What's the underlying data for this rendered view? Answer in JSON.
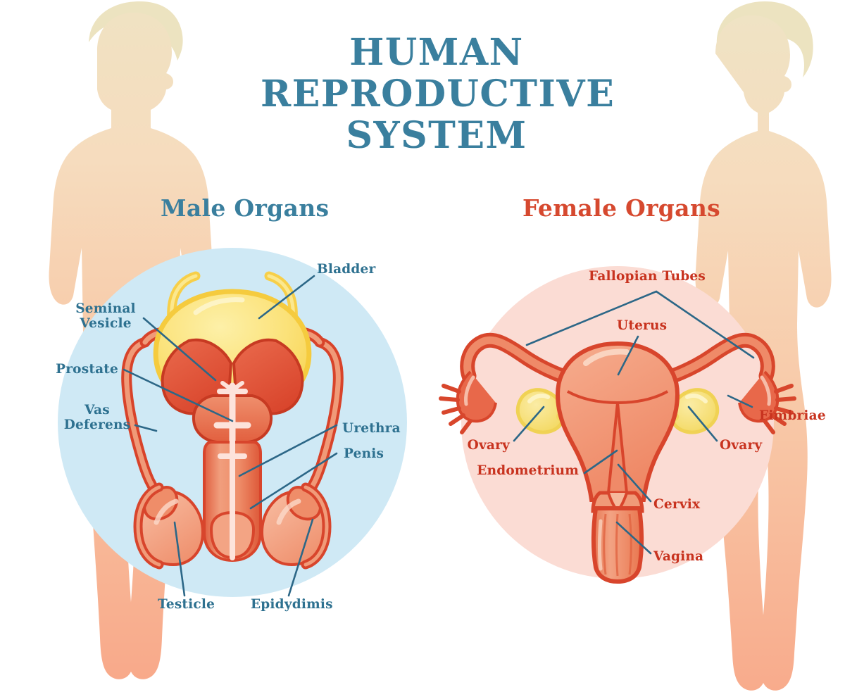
{
  "title": {
    "line1": "HUMAN",
    "line2": "REPRODUCTIVE",
    "line3": "SYSTEM",
    "color": "#3a7f9e"
  },
  "sections": {
    "male": {
      "heading": "Male Organs",
      "color": "#3a7f9e",
      "circle_color": "#cfe9f5"
    },
    "female": {
      "heading": "Female Organs",
      "color": "#d6492f",
      "circle_color": "#fbdcd4"
    }
  },
  "palette": {
    "body_skin_top": "#f2dfbe",
    "body_skin_mid": "#f7d9bb",
    "body_skin_bottom": "#f7a888",
    "hair": "#ece3c0",
    "label_blue": "#2e7190",
    "label_red": "#c8331f",
    "leader_line": "#2c6787",
    "bladder_yellow": "#f9dd63",
    "organ_red": "#e05a3c",
    "organ_red_dark": "#d03a24",
    "organ_salmon": "#f09170",
    "ovary_yellow": "#f7e07a"
  },
  "male_labels": [
    {
      "id": "bladder",
      "text": "Bladder"
    },
    {
      "id": "seminal-vesicle",
      "text": "Seminal\nVesicle",
      "line1": "Seminal",
      "line2": "Vesicle"
    },
    {
      "id": "prostate",
      "text": "Prostate"
    },
    {
      "id": "vas-deferens",
      "text": "Vas\nDeferens",
      "line1": "Vas",
      "line2": "Deferens"
    },
    {
      "id": "urethra",
      "text": "Urethra"
    },
    {
      "id": "penis",
      "text": "Penis"
    },
    {
      "id": "testicle",
      "text": "Testicle"
    },
    {
      "id": "epidydimis",
      "text": "Epidydimis"
    }
  ],
  "female_labels": [
    {
      "id": "fallopian-tubes",
      "text": "Fallopian Tubes"
    },
    {
      "id": "uterus",
      "text": "Uterus"
    },
    {
      "id": "fimbriae",
      "text": "Fimbriae"
    },
    {
      "id": "ovary-left",
      "text": "Ovary"
    },
    {
      "id": "ovary-right",
      "text": "Ovary"
    },
    {
      "id": "endometrium",
      "text": "Endometrium"
    },
    {
      "id": "cervix",
      "text": "Cervix"
    },
    {
      "id": "vagina",
      "text": "Vagina"
    }
  ]
}
